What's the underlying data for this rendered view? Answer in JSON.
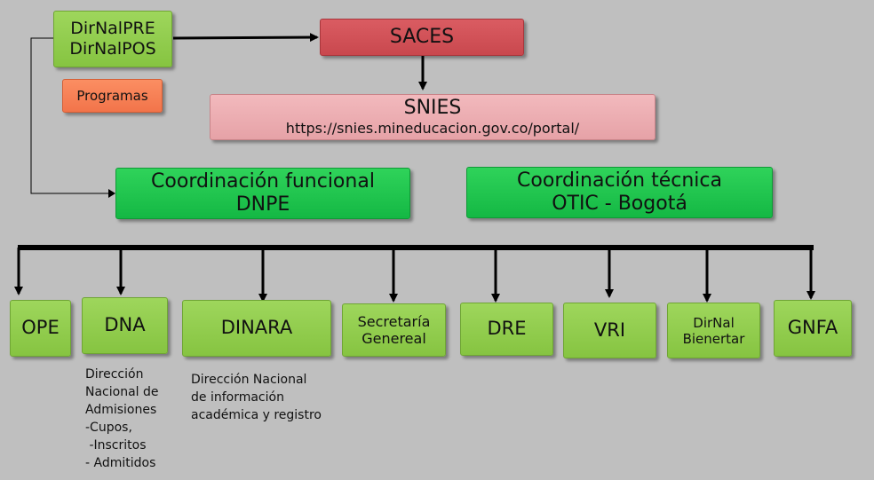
{
  "colors": {
    "background": "#bfbfbf",
    "green_light": "#92cd50",
    "green_bright": "#1fc44e",
    "red": "#d05257",
    "pink": "#eeadb1",
    "orange": "#f77f55",
    "line": "#000000"
  },
  "top": {
    "dirnal_line1": "DirNalPRE",
    "dirnal_line2": "DirNalPOS",
    "programas": "Programas",
    "saces": "SACES",
    "snies_title": "SNIES",
    "snies_url": "https://snies.mineducacion.gov.co/portal/"
  },
  "coordination": {
    "functional_line1": "Coordinación funcional",
    "functional_line2": "DNPE",
    "technical_line1": "Coordinación técnica",
    "technical_line2": "OTIC - Bogotá"
  },
  "units": [
    {
      "id": "ope",
      "line1": "OPE",
      "line2": ""
    },
    {
      "id": "dna",
      "line1": "DNA",
      "line2": ""
    },
    {
      "id": "dinara",
      "line1": "DINARA",
      "line2": ""
    },
    {
      "id": "secretaria",
      "line1": "Secretaría",
      "line2": "Genereal"
    },
    {
      "id": "dre",
      "line1": "DRE",
      "line2": ""
    },
    {
      "id": "vri",
      "line1": "VRI",
      "line2": ""
    },
    {
      "id": "dirnal-bienestar",
      "line1": "DirNal",
      "line2": "Bienertar"
    },
    {
      "id": "gnfa",
      "line1": "GNFA",
      "line2": ""
    }
  ],
  "notes": {
    "dna": "Dirección\nNacional de\nAdmisiones\n-Cupos,\n -Inscritos\n- Admitidos",
    "dinara": "Dirección Nacional\nde información\nacadémica y registro"
  }
}
